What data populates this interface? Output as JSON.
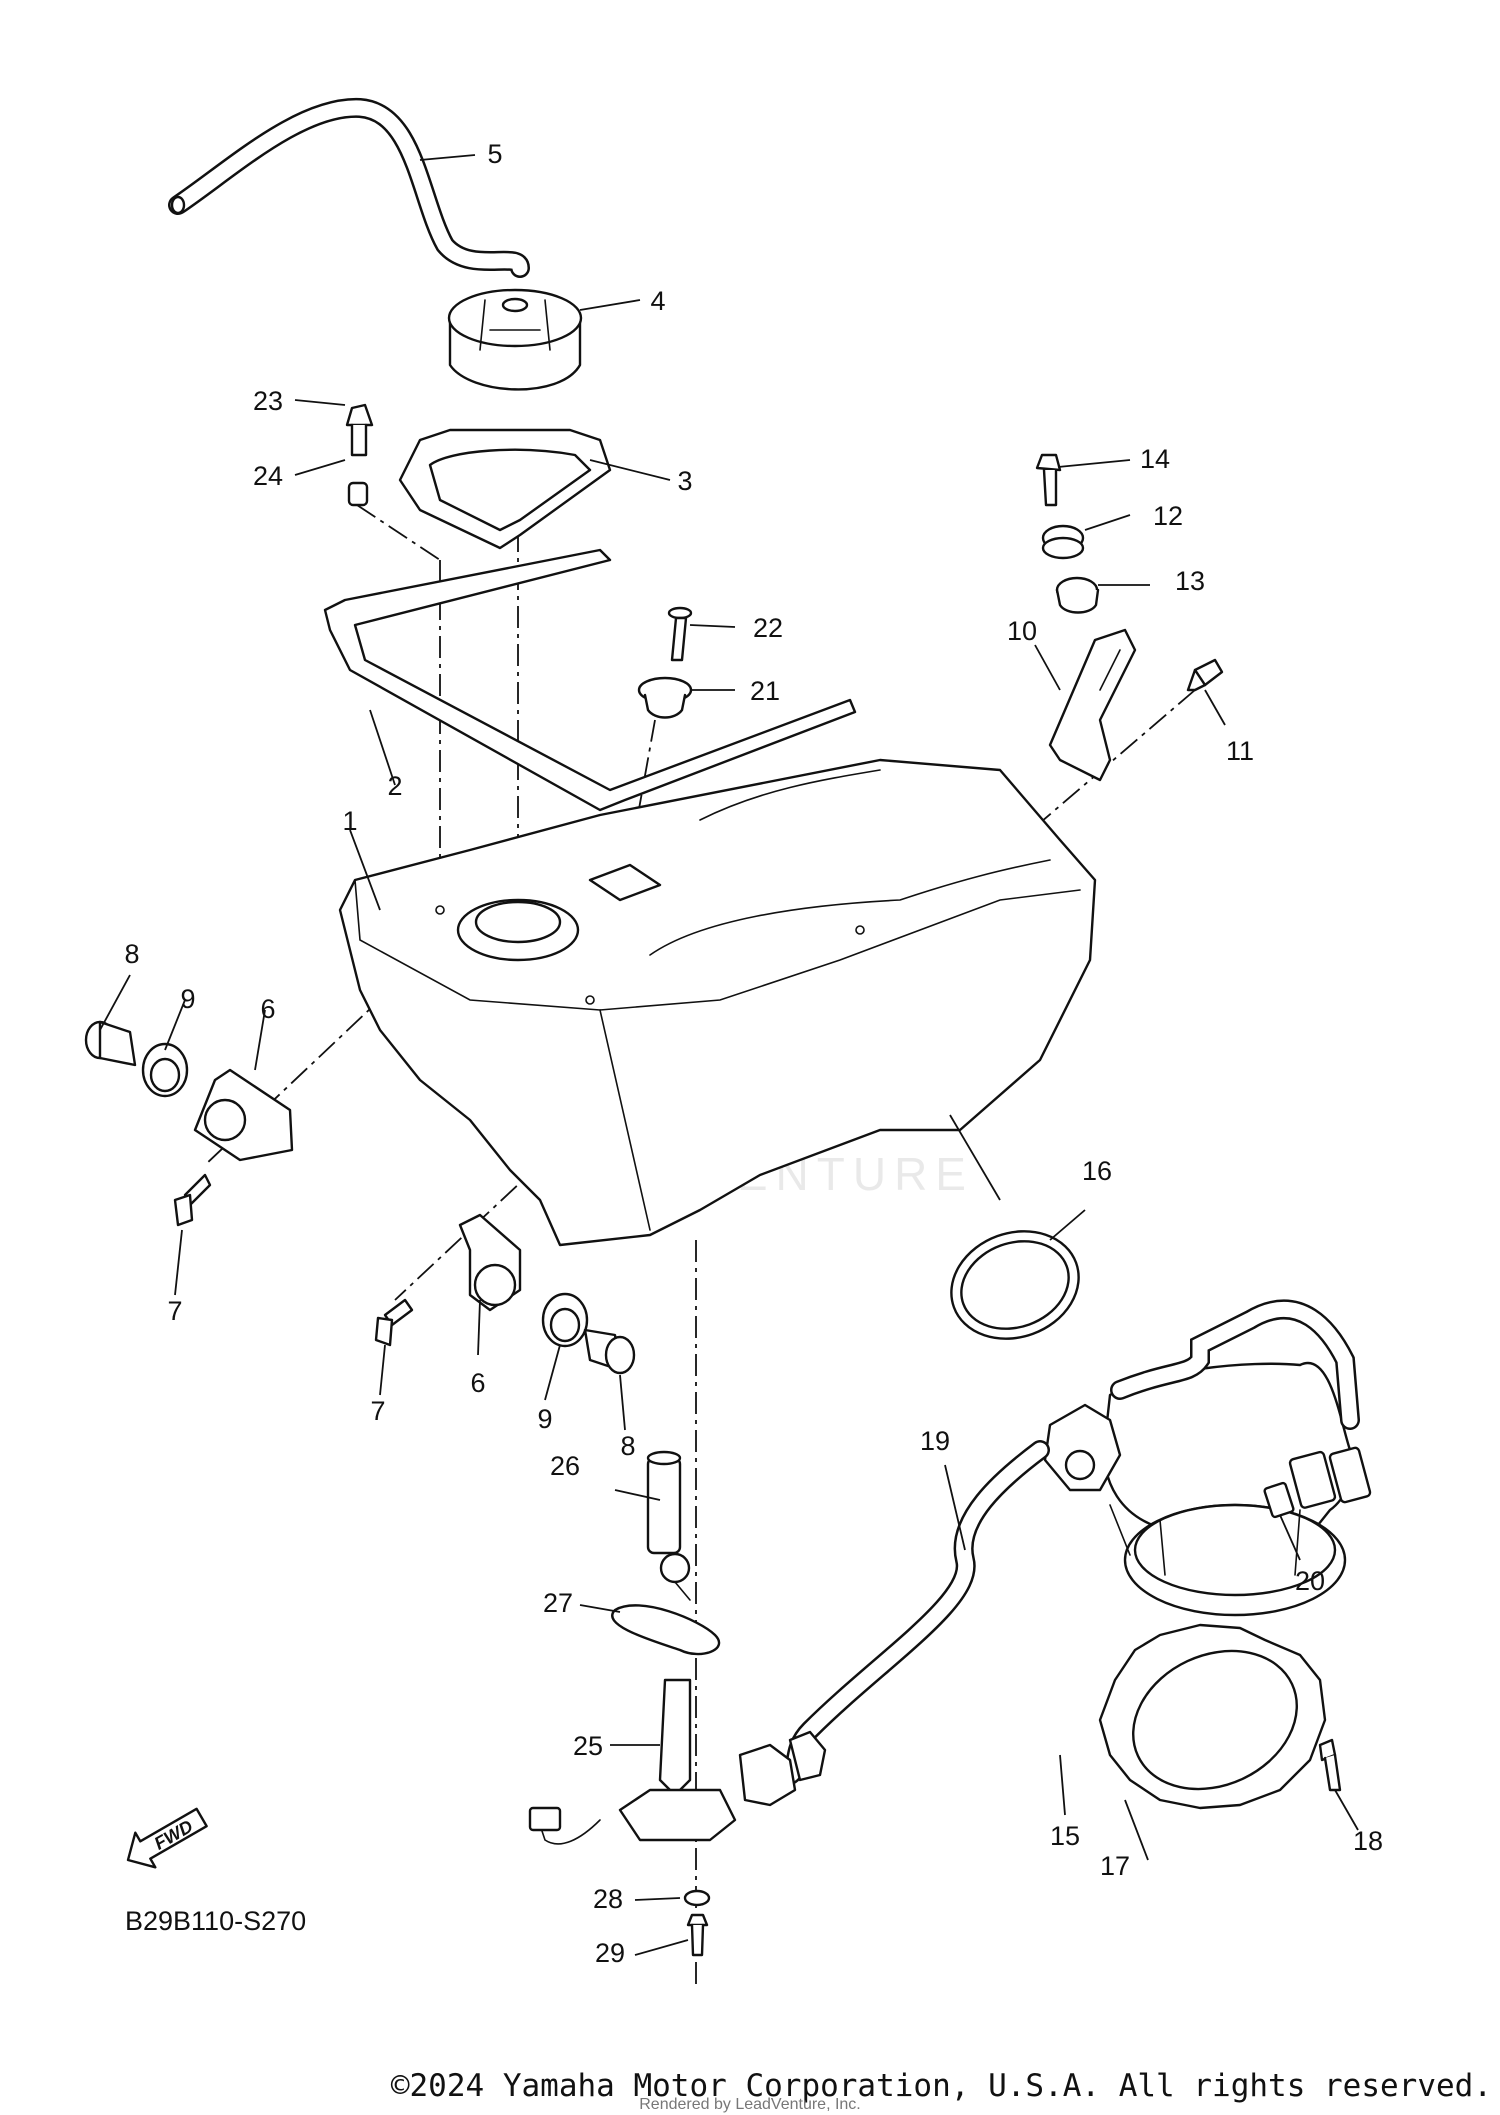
{
  "diagram": {
    "code": "B29B110-S270",
    "fwd_label": "FWD",
    "watermark": "LEADVENTURE",
    "parts": [
      {
        "id": "p1",
        "label": "1"
      },
      {
        "id": "p2",
        "label": "2"
      },
      {
        "id": "p3",
        "label": "3"
      },
      {
        "id": "p4",
        "label": "4"
      },
      {
        "id": "p5",
        "label": "5"
      },
      {
        "id": "p6a",
        "label": "6"
      },
      {
        "id": "p6b",
        "label": "6"
      },
      {
        "id": "p7a",
        "label": "7"
      },
      {
        "id": "p7b",
        "label": "7"
      },
      {
        "id": "p8a",
        "label": "8"
      },
      {
        "id": "p8b",
        "label": "8"
      },
      {
        "id": "p9a",
        "label": "9"
      },
      {
        "id": "p9b",
        "label": "9"
      },
      {
        "id": "p10",
        "label": "10"
      },
      {
        "id": "p11",
        "label": "11"
      },
      {
        "id": "p12",
        "label": "12"
      },
      {
        "id": "p13",
        "label": "13"
      },
      {
        "id": "p14",
        "label": "14"
      },
      {
        "id": "p15",
        "label": "15"
      },
      {
        "id": "p16",
        "label": "16"
      },
      {
        "id": "p17",
        "label": "17"
      },
      {
        "id": "p18",
        "label": "18"
      },
      {
        "id": "p19",
        "label": "19"
      },
      {
        "id": "p20",
        "label": "20"
      },
      {
        "id": "p21",
        "label": "21"
      },
      {
        "id": "p22",
        "label": "22"
      },
      {
        "id": "p23",
        "label": "23"
      },
      {
        "id": "p24",
        "label": "24"
      },
      {
        "id": "p25",
        "label": "25"
      },
      {
        "id": "p26",
        "label": "26"
      },
      {
        "id": "p27",
        "label": "27"
      },
      {
        "id": "p28",
        "label": "28"
      },
      {
        "id": "p29",
        "label": "29"
      }
    ]
  },
  "footer": {
    "copyright": "©2024 Yamaha Motor Corporation, U.S.A. All rights reserved.",
    "rendered_by": "Rendered by LeadVenture, Inc."
  }
}
